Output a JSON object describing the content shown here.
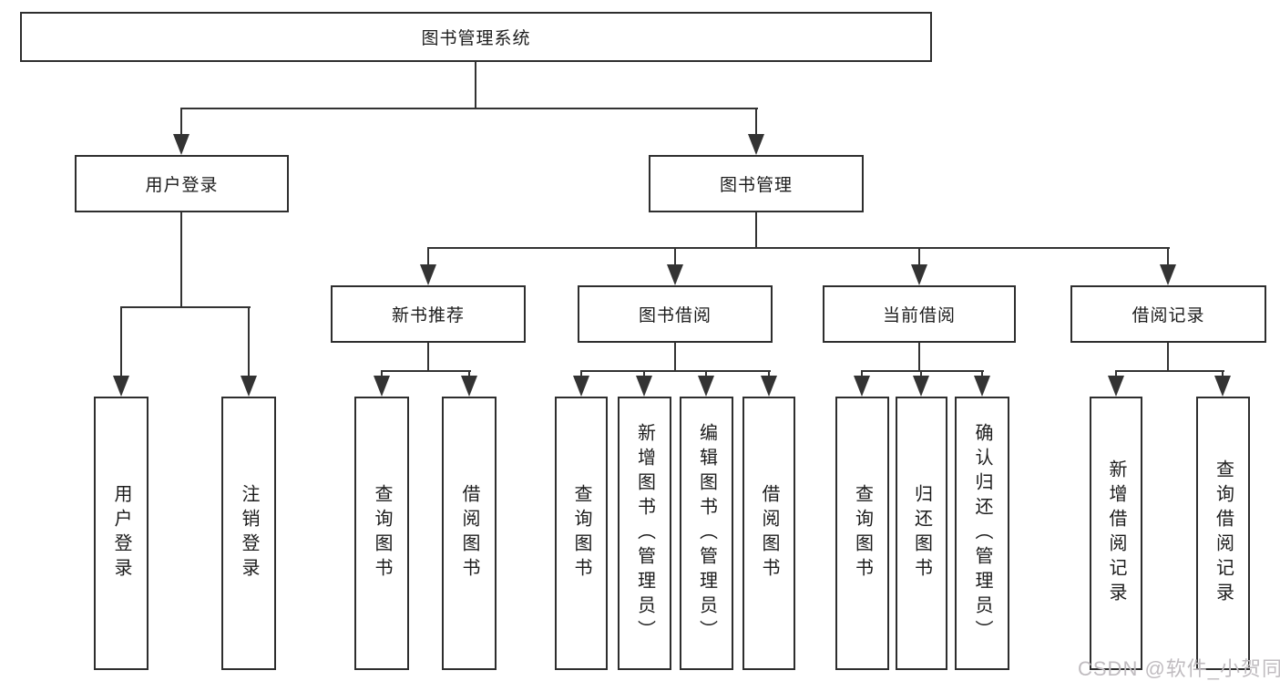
{
  "diagram": {
    "root": {
      "label": "图书管理系统"
    },
    "level2": [
      {
        "label": "用户登录"
      },
      {
        "label": "图书管理"
      }
    ],
    "level3": [
      {
        "label": "新书推荐"
      },
      {
        "label": "图书借阅"
      },
      {
        "label": "当前借阅"
      },
      {
        "label": "借阅记录"
      }
    ],
    "leaves": [
      {
        "label": "用户登录"
      },
      {
        "label": "注销登录"
      },
      {
        "label": "查询图书"
      },
      {
        "label": "借阅图书"
      },
      {
        "label": "查询图书"
      },
      {
        "label": "新增图书（管理员）"
      },
      {
        "label": "编辑图书（管理员）"
      },
      {
        "label": "借阅图书"
      },
      {
        "label": "查询图书"
      },
      {
        "label": "归还图书"
      },
      {
        "label": "确认归还（管理员）"
      },
      {
        "label": "新增借阅记录"
      },
      {
        "label": "查询借阅记录"
      }
    ]
  },
  "watermark": {
    "text": "CSDN @软件_小贺同学"
  },
  "colors": {
    "line": "#333333",
    "box_border": "#2e2e2e",
    "box_fill": "#ffffff",
    "text": "#1c1c1c",
    "watermark": "#c0bcc0",
    "background": "#ffffff"
  }
}
